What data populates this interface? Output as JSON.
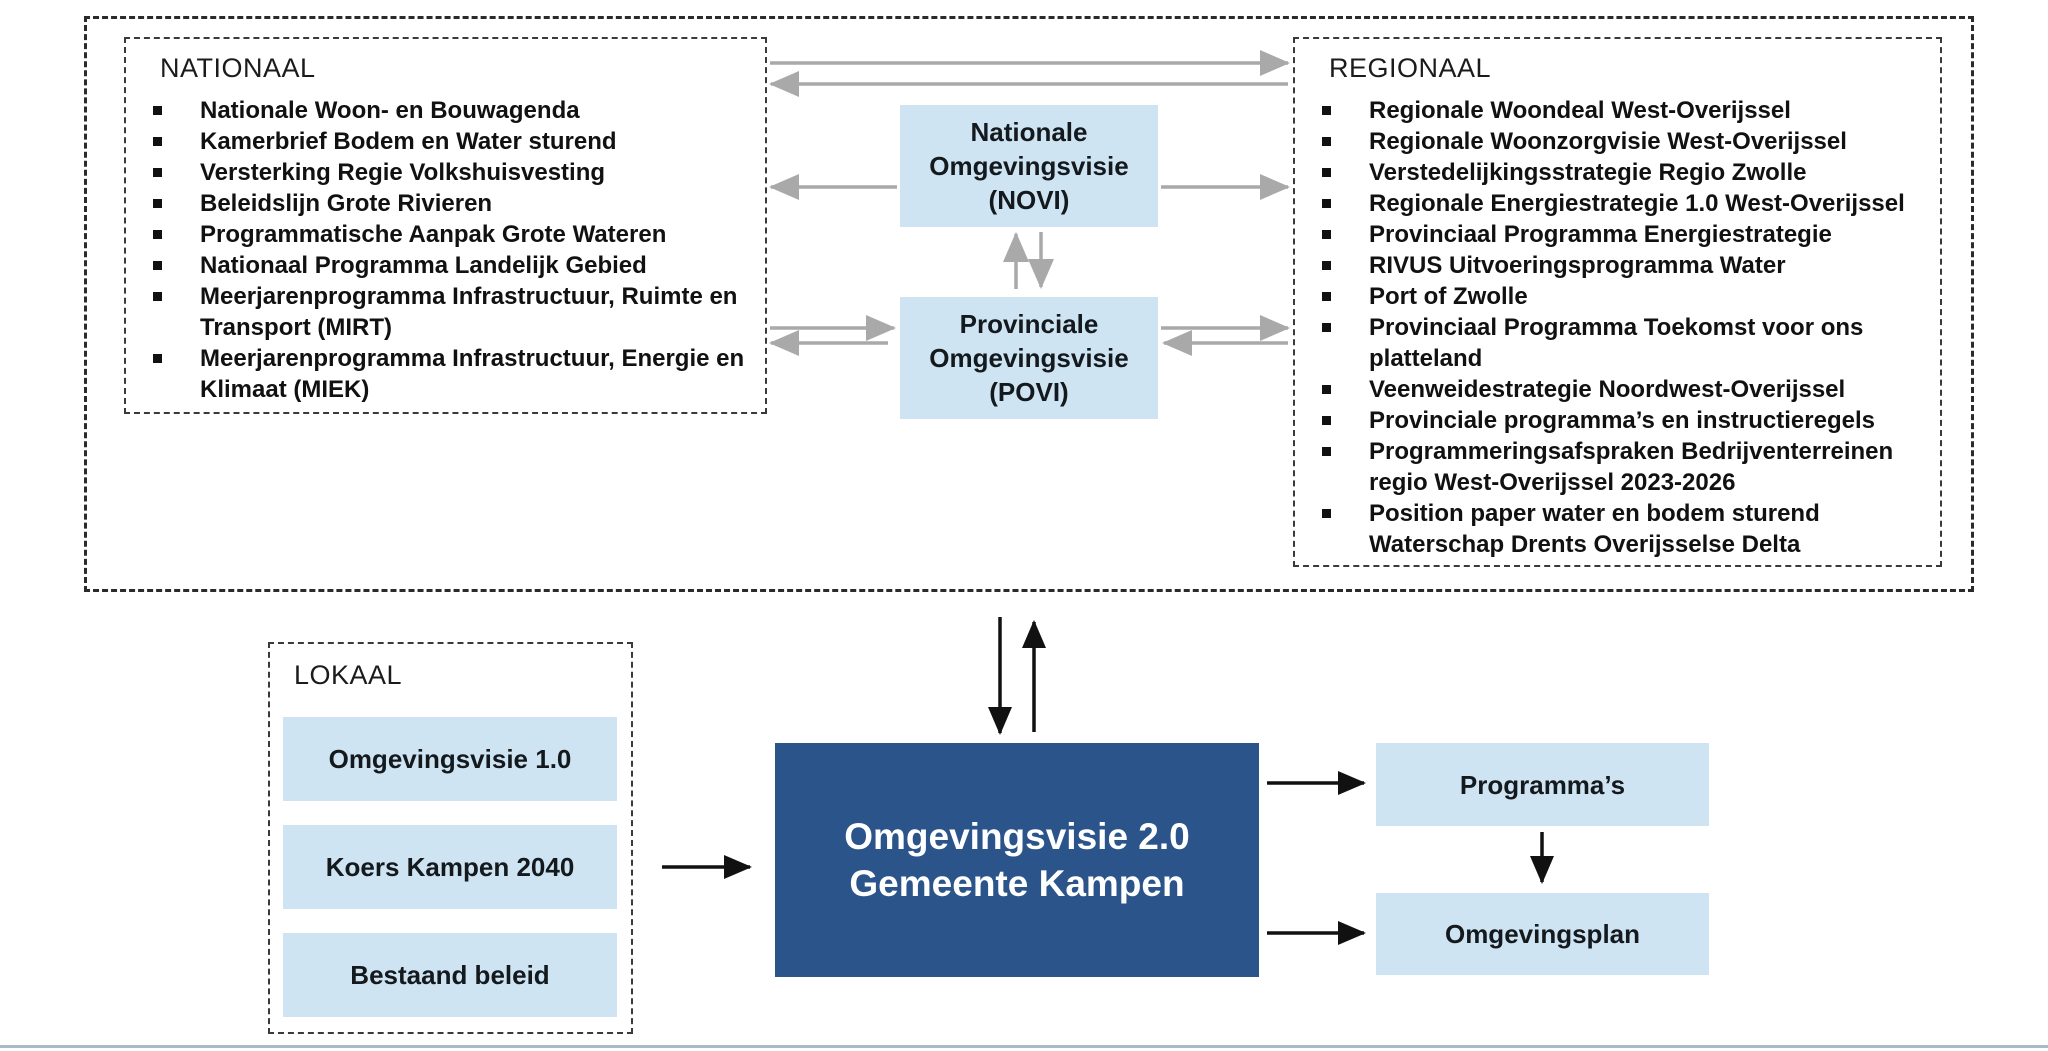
{
  "colors": {
    "box_fill_light": "#cfe4f2",
    "box_fill_dark": "#2b558a",
    "arrow_gray": "#a9a9a9",
    "arrow_black": "#111111",
    "text_dark": "#111111",
    "text_light": "#ffffff",
    "bottom_rule": "#a9bac8"
  },
  "sections": {
    "national": {
      "label": "NATIONAAL",
      "items": [
        "Nationale Woon- en Bouwagenda",
        "Kamerbrief Bodem en Water sturend",
        "Versterking Regie Volkshuisvesting",
        "Beleidslijn Grote Rivieren",
        "Programmatische Aanpak Grote Wateren",
        "Nationaal Programma Landelijk Gebied",
        "Meerjarenprogramma Infrastructuur, Ruimte en Transport (MIRT)",
        "Meerjarenprogramma Infrastructuur, Energie en Klimaat (MIEK)"
      ]
    },
    "regional": {
      "label": "REGIONAAL",
      "items": [
        "Regionale Woondeal West-Overijssel",
        "Regionale Woonzorgvisie West-Overijssel",
        "Verstedelijkingsstrategie Regio Zwolle",
        "Regionale Energiestrategie 1.0 West-Overijssel",
        "Provinciaal Programma Energiestrategie",
        "RIVUS Uitvoeringsprogramma Water",
        "Port of Zwolle",
        "Provinciaal Programma Toekomst voor ons platteland",
        "Veenweidestrategie Noordwest-Overijssel",
        "Provinciale programma’s en instructieregels",
        "Programmeringsafspraken Bedrijventerreinen regio West-Overijssel 2023-2026",
        "Position paper water en bodem sturend Waterschap Drents Overijsselse Delta"
      ]
    },
    "local": {
      "label": "LOKAAL",
      "items": [
        "Omgevingsvisie 1.0",
        "Koers Kampen 2040",
        "Bestaand beleid"
      ]
    }
  },
  "nodes": {
    "novi": [
      "Nationale",
      "Omgevingsvisie",
      "(NOVI)"
    ],
    "povi": [
      "Provinciale",
      "Omgevingsvisie",
      "(POVI)"
    ],
    "main": [
      "Omgevingsvisie 2.0",
      "Gemeente Kampen"
    ],
    "programmas": "Programma’s",
    "omgevingsplan": "Omgevingsplan"
  }
}
